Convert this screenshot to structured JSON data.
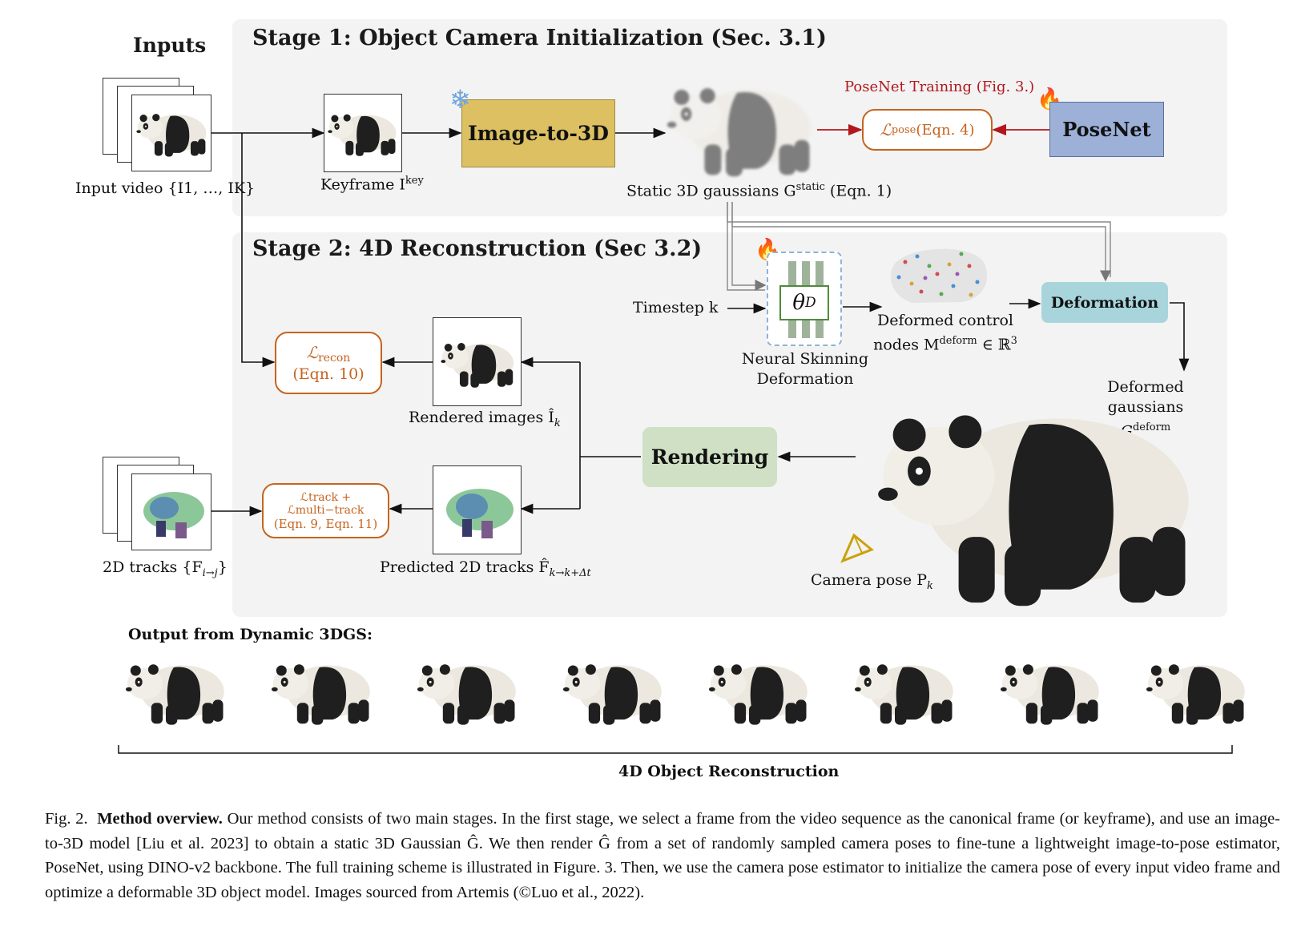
{
  "inputs_title": "Inputs",
  "stage1": {
    "title": "Stage 1: Object Camera Initialization (Sec. 3.1)",
    "input_video": "Input video {I1, …, IK}",
    "keyframe": "Keyframe I",
    "keyframe_sup": "key",
    "image_to_3d": "Image-to-3D",
    "static_gaussians": "Static 3D gaussians G",
    "static_sup": "static",
    "static_eq": " (Eqn. 1)",
    "posenet_training": "PoseNet Training (Fig. 3.)",
    "pose_loss_sym": "ℒ",
    "pose_loss_sub": "pose",
    "pose_loss_eq": " (Eqn. 4)",
    "posenet": "PoseNet"
  },
  "stage2": {
    "title": "Stage 2: 4D Reconstruction (Sec 3.2)",
    "timestep": "Timestep k",
    "theta": "θ",
    "theta_sub": "D",
    "neural_skinning_1": "Neural Skinning",
    "neural_skinning_2": "Deformation",
    "deformed_nodes_1": "Deformed control",
    "deformed_nodes_2": "nodes M",
    "deformed_nodes_sup": "deform",
    "deformed_nodes_tail": " ∈ ℝ",
    "deformed_nodes_tail_sup": "3",
    "deformation": "Deformation",
    "deformed_gaussians_1": "Deformed gaussians",
    "deformed_gaussians_2": "G",
    "deformed_gaussians_sup": "deform",
    "recon_loss_sym": "ℒ",
    "recon_loss_sub": "recon",
    "recon_loss_eq": "(Eqn. 10)",
    "rendered_images": "Rendered images Î",
    "rendered_images_sub": "k",
    "rendering": "Rendering",
    "tracks_input": "2D tracks {F",
    "tracks_input_sub": "i→j",
    "tracks_input_tail": "}",
    "track_loss_line1": "ℒtrack + ℒmulti−track",
    "track_loss_line2": "(Eqn. 9, Eqn. 11)",
    "predicted_tracks": "Predicted 2D tracks F̂",
    "predicted_tracks_sub": "k→k+Δt",
    "camera_pose": "Camera pose P",
    "camera_pose_sub": "k"
  },
  "output": {
    "title": "Output from Dynamic 3DGS:",
    "bracket_label": "4D Object Reconstruction",
    "frame_count": 8
  },
  "caption": {
    "fig": "Fig. 2.",
    "bold": "Method overview.",
    "text": "Our method consists of two main stages. In the first stage, we select a frame from the video sequence as the canonical frame (or keyframe), and use an image-to-3D model [Liu et al. 2023] to obtain a static 3D Gaussian Ĝ. We then render Ĝ from a set of randomly sampled camera poses to fine-tune a lightweight image-to-pose estimator, PoseNet, using DINO-v2 backbone. The full training scheme is illustrated in Figure. 3. Then, we use the camera pose estimator to initialize the camera pose of every input video frame and optimize a deformable 3D object model. Images sourced from Artemis (©Luo et al., 2022)."
  },
  "colors": {
    "image_to_3d": "#dcc062",
    "posenet": "#9cb0d8",
    "deformation": "#a8d5dc",
    "rendering": "#cfe0c4",
    "loss": "#c5641f",
    "red_arrow": "#b3171e",
    "posenet_training_text": "#b3171e"
  },
  "icons": [
    "snowflake-icon",
    "flame-icon",
    "camera-icon",
    "panda-image",
    "gaussian-nodes-image"
  ]
}
